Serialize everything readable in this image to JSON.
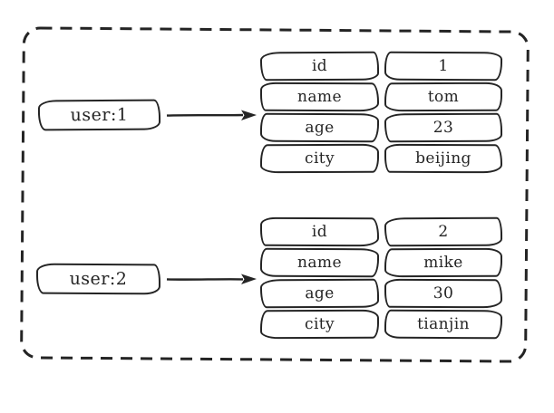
{
  "colors": {
    "ink": "#242424",
    "background": "#ffffff"
  },
  "groups": [
    {
      "key": "user:1",
      "rows": [
        {
          "field": "id",
          "value": "1"
        },
        {
          "field": "name",
          "value": "tom"
        },
        {
          "field": "age",
          "value": "23"
        },
        {
          "field": "city",
          "value": "beijing"
        }
      ]
    },
    {
      "key": "user:2",
      "rows": [
        {
          "field": "id",
          "value": "2"
        },
        {
          "field": "name",
          "value": "mike"
        },
        {
          "field": "age",
          "value": "30"
        },
        {
          "field": "city",
          "value": "tianjin"
        }
      ]
    }
  ]
}
